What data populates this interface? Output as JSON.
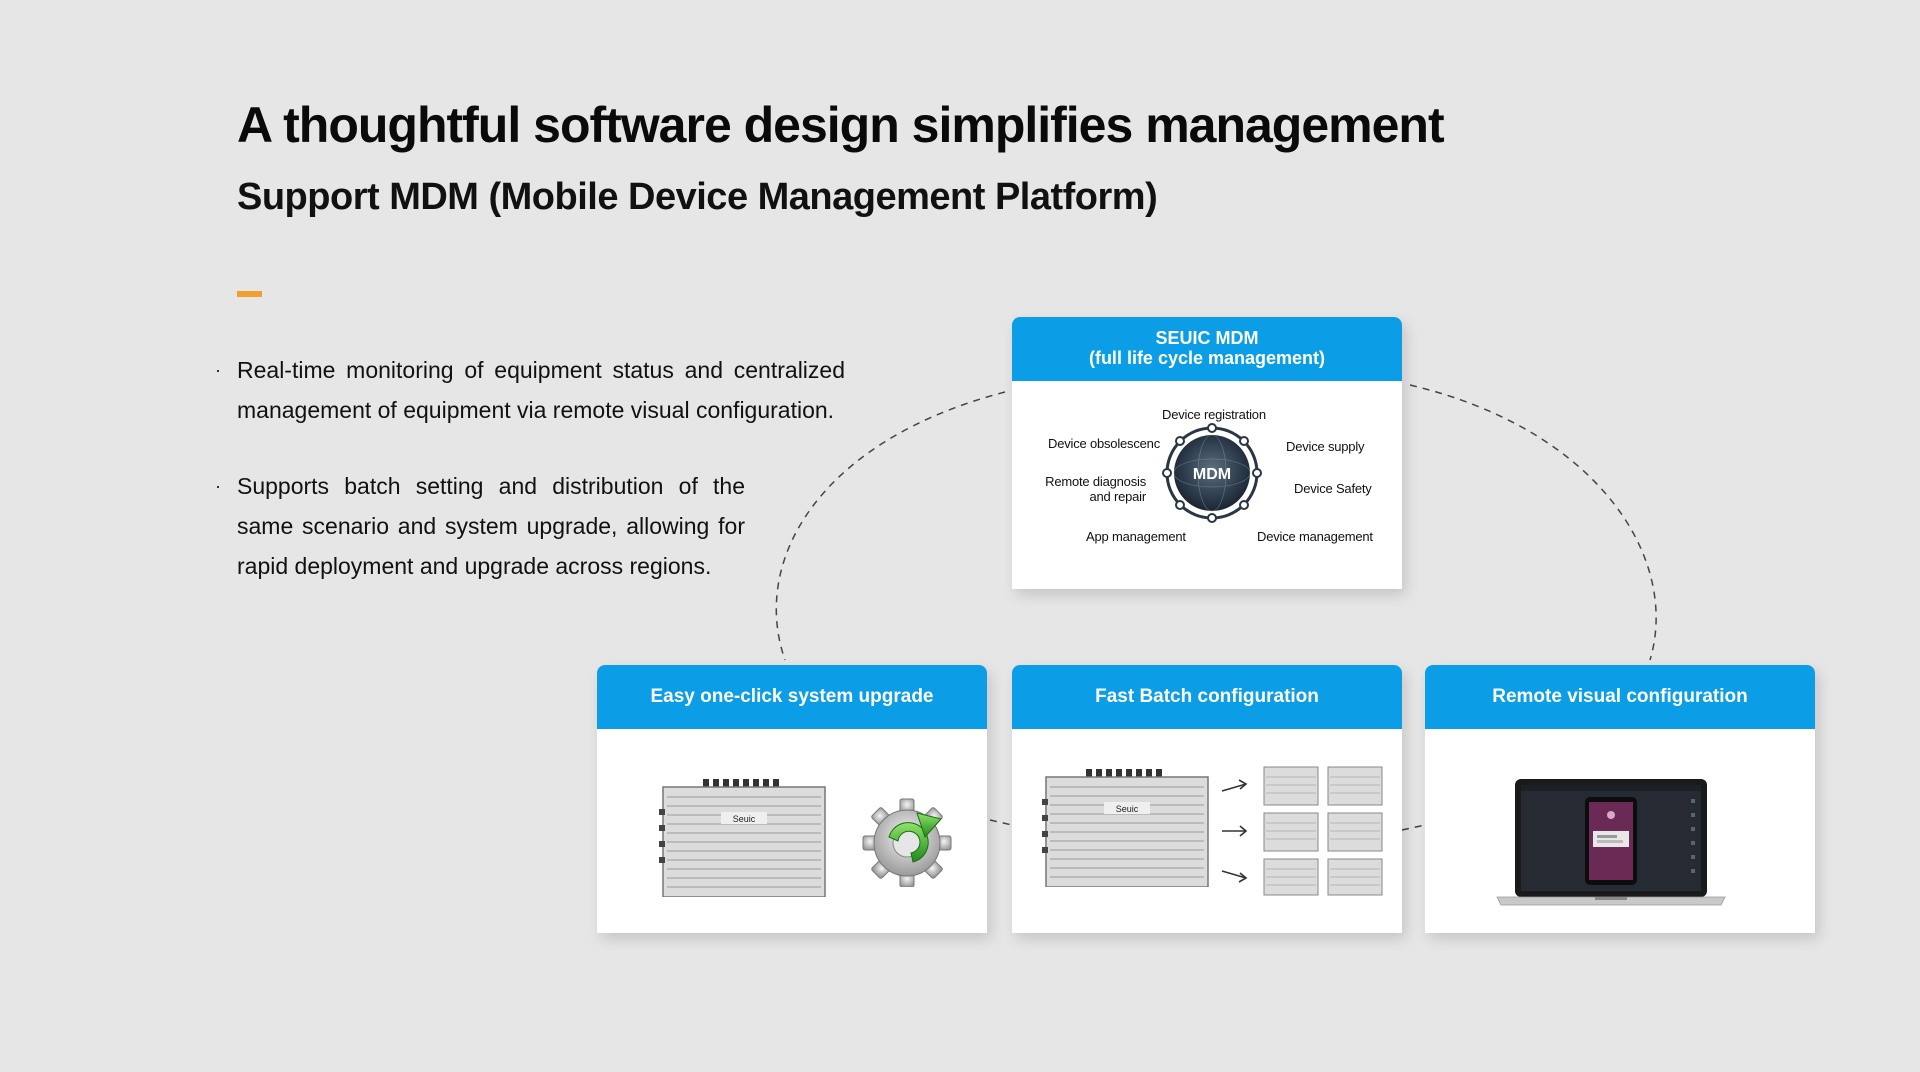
{
  "header": {
    "title": "A thoughtful software design simplifies management",
    "subtitle": "Support MDM (Mobile Device Management Platform)"
  },
  "bullets": [
    "Real-time monitoring of equipment status and centralized management of equipment via remote visual configuration.",
    "Supports batch setting and distribution of the same scenario and system upgrade, allowing for rapid deployment and upgrade across regions."
  ],
  "mdm_card": {
    "title_line1": "SEUIC MDM",
    "title_line2": "(full life cycle management)",
    "center": "MDM",
    "labels": {
      "registration": "Device registration",
      "obsolescence": "Device obsolescenc",
      "supply": "Device supply",
      "remote_line1": "Remote diagnosis",
      "remote_line2": "and repair",
      "safety": "Device Safety",
      "app": "App management",
      "management": "Device management"
    }
  },
  "cards": [
    {
      "title": "Easy one-click system upgrade"
    },
    {
      "title": "Fast Batch configuration"
    },
    {
      "title": "Remote visual configuration"
    }
  ],
  "device": {
    "brand": "Seuic"
  },
  "colors": {
    "accent": "#f0a030",
    "card_header": "#0b9de6",
    "background": "#e6e6e6"
  },
  "icons": [
    "rfid-reader-device",
    "upgrade-gear-icon",
    "arrow-right-icon",
    "laptop-icon",
    "tablet-icon"
  ]
}
